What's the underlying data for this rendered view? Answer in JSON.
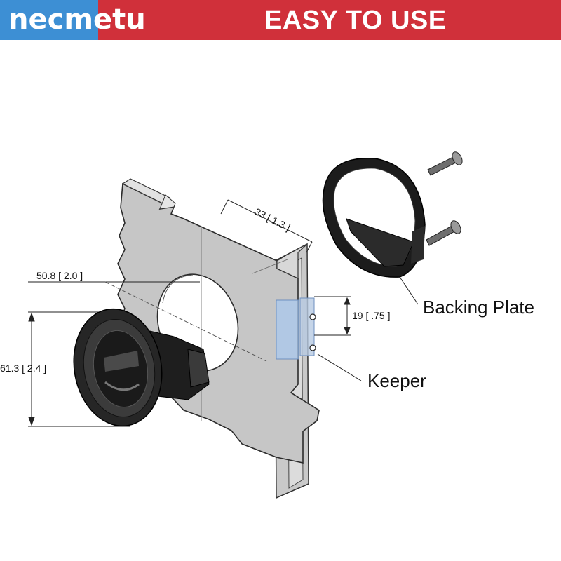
{
  "banner": {
    "brand": "necmetu",
    "tagline": "EASY TO USE",
    "colors": {
      "banner": "#d0303a",
      "brand_box": "#3d8fd4",
      "text": "#ffffff"
    }
  },
  "diagram": {
    "dimensions": {
      "depth": "33 [ 1.3 ]",
      "cutout_offset": "50.8 [ 2.0 ]",
      "diameter": "61.3 [ 2.4 ]",
      "keeper_spacing": "19 [ .75 ]"
    },
    "callouts": {
      "backing_plate": "Backing Plate",
      "keeper": "Keeper"
    },
    "icons": [
      "screw-icon",
      "screw-icon"
    ]
  }
}
